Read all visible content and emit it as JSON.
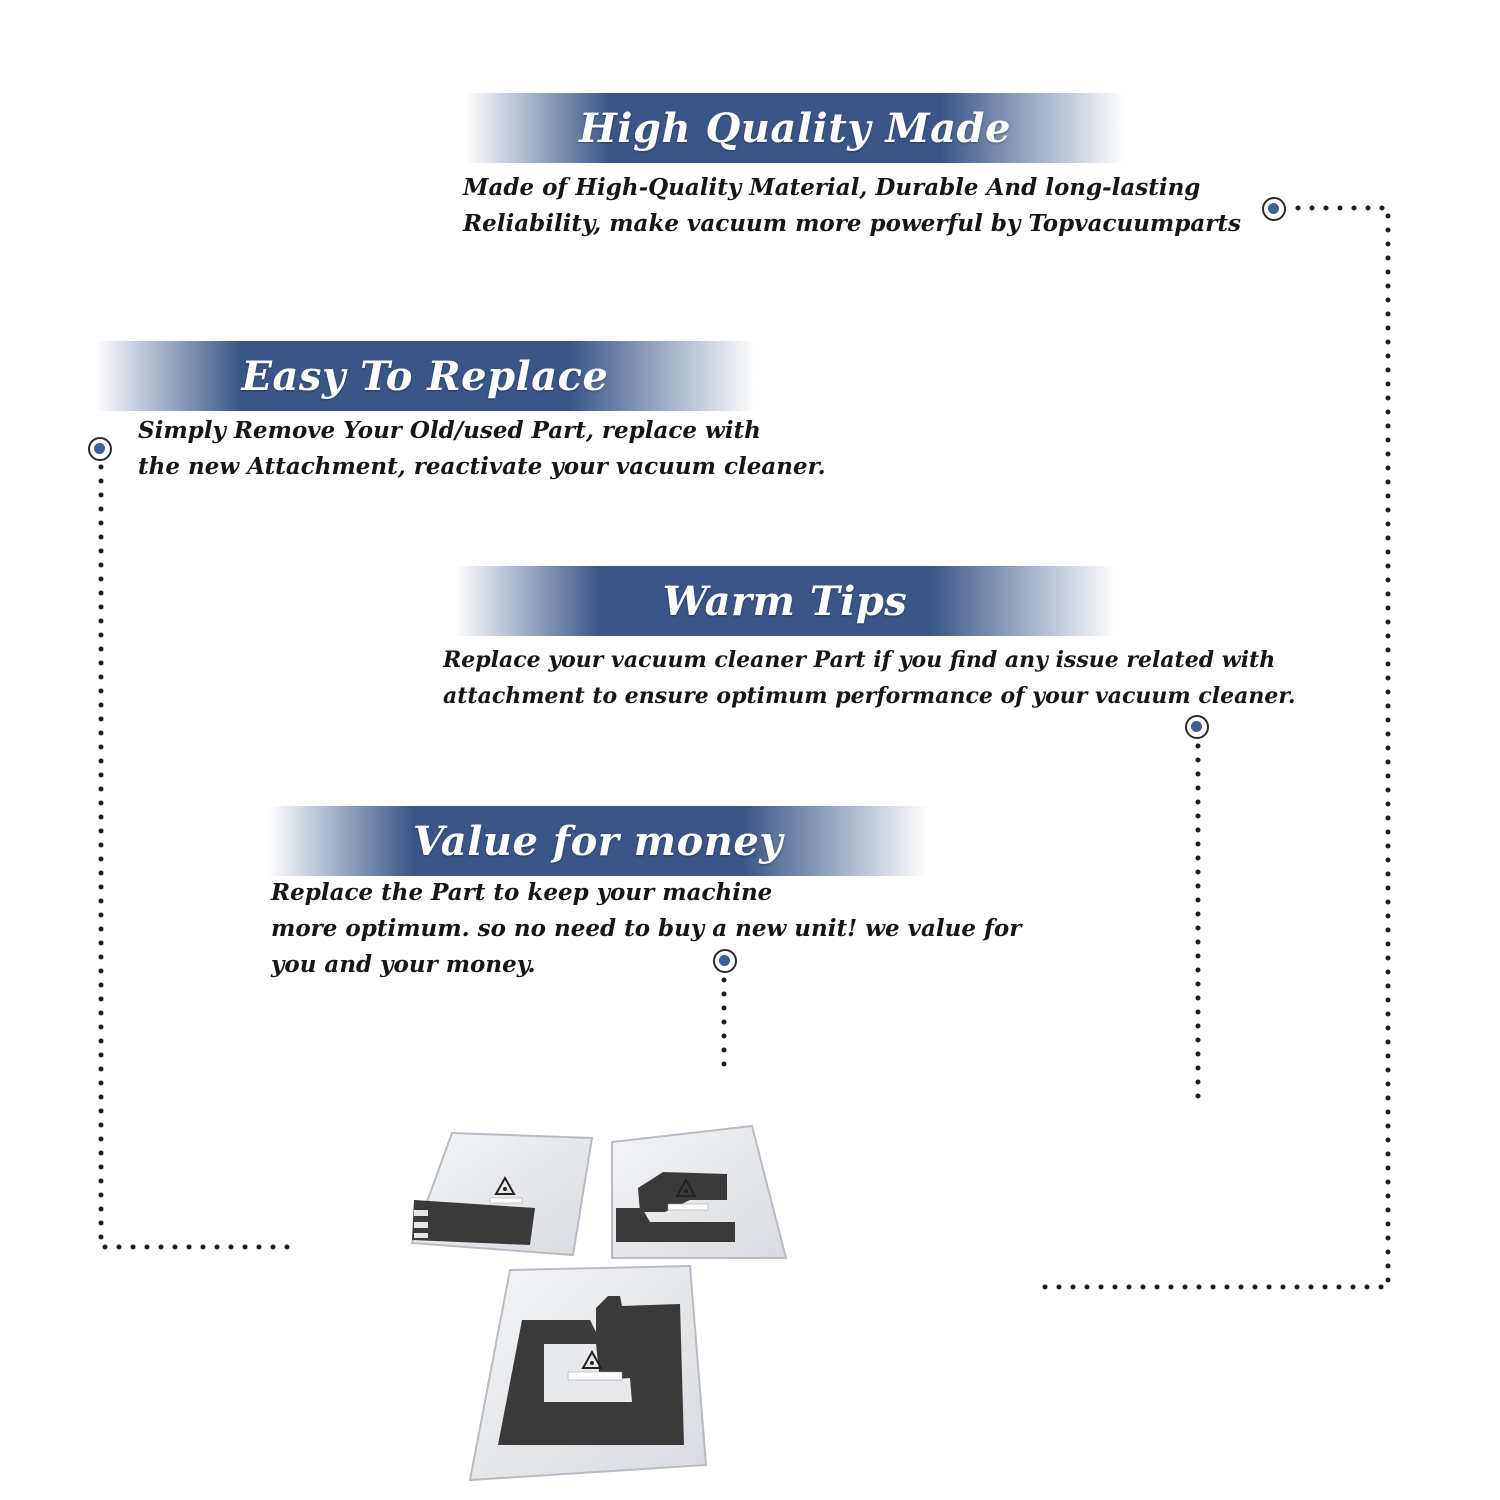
{
  "colors": {
    "banner_dark": "#3a5688",
    "banner_light": "#ffffff",
    "accent_dot": "#3f5f93",
    "dotted_line": "#1c1c1c",
    "foam": "#3a3a3a",
    "bag": "#eceef1"
  },
  "sections": [
    {
      "title": "High Quality Made",
      "lines": [
        "Made of  High-Quality Material, Durable And long-lasting",
        "Reliability, make vacuum more powerful by Topvacuumparts"
      ]
    },
    {
      "title": "Easy To Replace",
      "lines": [
        "Simply Remove Your Old/used Part, replace with",
        "the new Attachment, reactivate your vacuum cleaner."
      ]
    },
    {
      "title": "Warm Tips",
      "lines": [
        "Replace your vacuum cleaner Part if you find any issue related with",
        " attachment to ensure optimum performance of your vacuum cleaner."
      ]
    },
    {
      "title": "Value for money",
      "lines": [
        "Replace the Part to keep your machine",
        "more optimum. so no need to buy a new unit! we value for",
        "you and your money."
      ]
    }
  ],
  "product_image": {
    "icon": "recycle-symbol-icon",
    "bags": 3
  }
}
